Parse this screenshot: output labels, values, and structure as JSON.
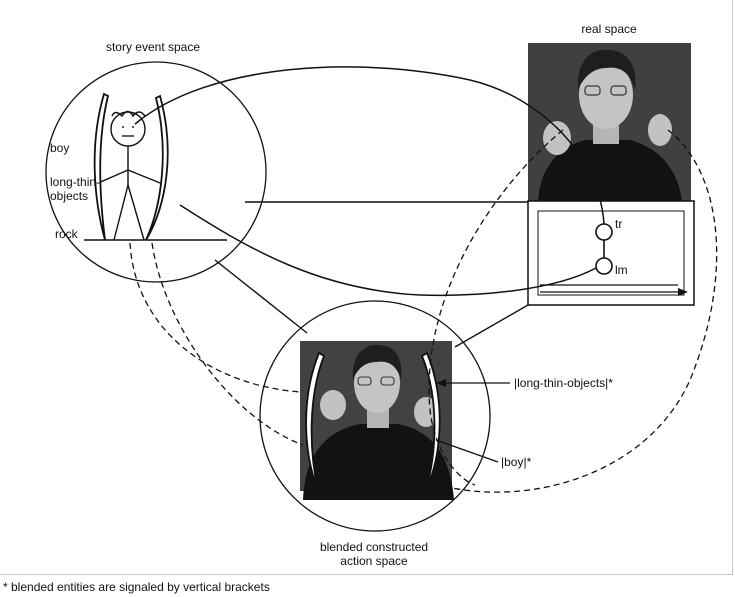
{
  "labels": {
    "story_event_space": "story event space",
    "real_space": "real space",
    "boy": "boy",
    "long_thin_objects_line1": "long-thin-",
    "long_thin_objects_line2": "objects",
    "rock": "rock",
    "tr": "tr",
    "lm": "lm",
    "blended_long_thin_objects": "|long-thin-objects|*",
    "blended_boy": "|boy|*",
    "blended_space_line1": "blended constructed",
    "blended_space_line2": "action space"
  },
  "footnote": "* blended entities are signaled by vertical brackets",
  "colors": {
    "line": "#111111",
    "photo_bg": "#3d3d3d",
    "skin": "#bdbdbd",
    "shirt": "#101010",
    "hair": "#1e1e1e"
  }
}
